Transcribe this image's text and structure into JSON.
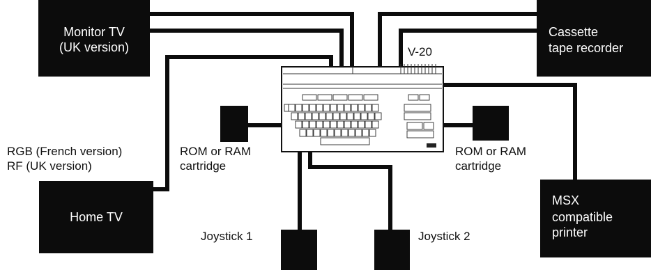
{
  "devices": {
    "monitor_tv": {
      "line1": "Monitor TV",
      "line2": "(UK version)"
    },
    "cassette": {
      "line1": "Cassette",
      "line2": "tape recorder"
    },
    "home_tv": {
      "label": "Home TV"
    },
    "msx_printer": {
      "line1": "MSX",
      "line2": "compatible",
      "line3": "printer"
    }
  },
  "computer": {
    "model": "V-20"
  },
  "labels": {
    "rgb": "RGB (French version)",
    "rf": "RF (UK version)",
    "rom_left": {
      "line1": "ROM or RAM",
      "line2": "cartridge"
    },
    "rom_right": {
      "line1": "ROM or RAM",
      "line2": "cartridge"
    },
    "joystick1": "Joystick 1",
    "joystick2": "Joystick 2"
  },
  "colors": {
    "ink": "#0c0c0c",
    "paper": "#ffffff"
  }
}
